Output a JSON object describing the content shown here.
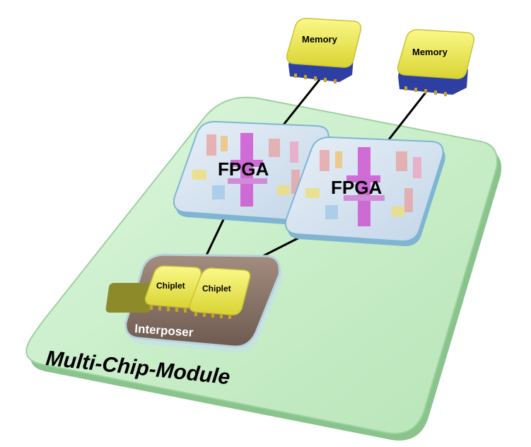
{
  "module": {
    "label": "Multi-Chip-Module",
    "color": "#c8f0c8",
    "edge_color": "#7fbf83"
  },
  "memories": [
    {
      "label": "Memory"
    },
    {
      "label": "Memory"
    }
  ],
  "fpgas": [
    {
      "label": "FPGA"
    },
    {
      "label": "FPGA"
    }
  ],
  "chiplets": [
    {
      "label": "Chiplet"
    },
    {
      "label": "Chiplet"
    }
  ],
  "interposer": {
    "label": "Interposer",
    "color": "#8a7468"
  },
  "colors": {
    "chip_yellow": "#f2ee5a",
    "chip_blue": "#2d3fa3",
    "fpga_tint": "#d8e7f2",
    "fpga_logic": "#cc44cc",
    "connection": "#000000"
  }
}
